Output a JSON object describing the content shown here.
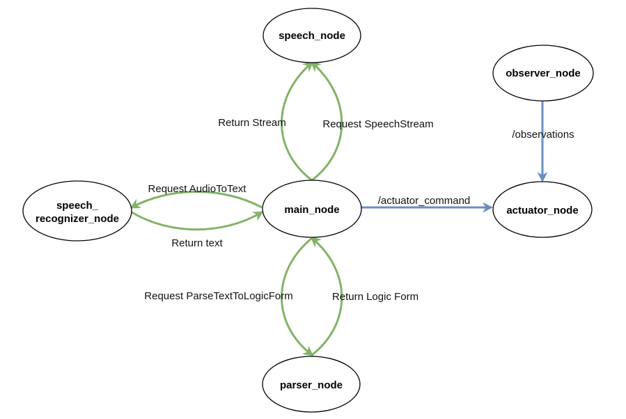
{
  "nodes": {
    "speech": "speech_node",
    "observer": "observer_node",
    "recognizer_line1": "speech_",
    "recognizer_line2": "recognizer_node",
    "main": "main_node",
    "actuator": "actuator_node",
    "parser": "parser_node"
  },
  "edges": {
    "return_stream": "Return Stream",
    "request_speechstream": "Request SpeechStream",
    "request_audiototext": "Request AudioToText",
    "return_text": "Return text",
    "actuator_command": "/actuator_command",
    "observations": "/observations",
    "request_parsetext": "Request ParseTextToLogicForm",
    "return_logic_form": "Return Logic Form"
  },
  "colors": {
    "service_edge": "#82b366",
    "topic_edge": "#6c8ebf",
    "node_border": "#000000"
  }
}
